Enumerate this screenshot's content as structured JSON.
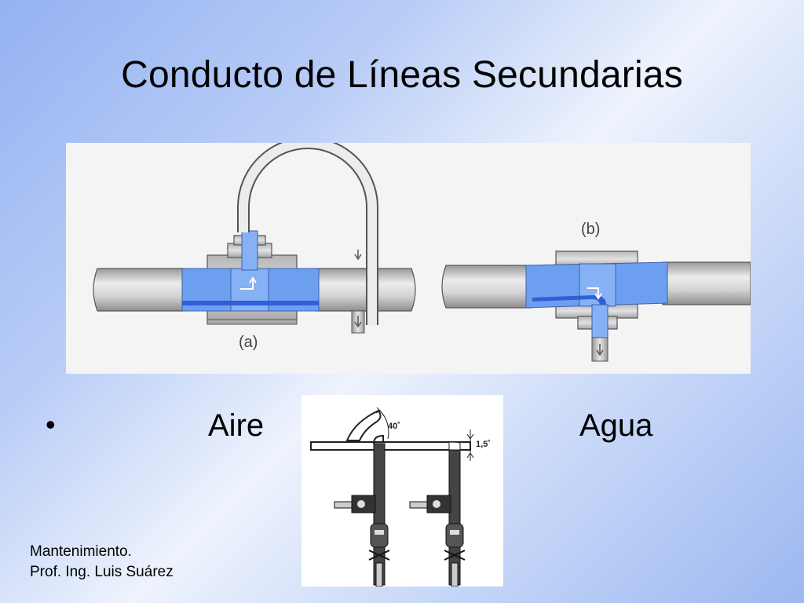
{
  "slide": {
    "title": "Conducto de Líneas Secundarias",
    "bullet_char": "•",
    "bullet_left": "Aire",
    "bullet_right": "Agua"
  },
  "figure_top": {
    "label_a": "(a)",
    "label_b": "(b)"
  },
  "figure_bottom": {
    "angle_label": "40˚",
    "slope_label": "1,5˚"
  },
  "footer": {
    "line1": "Mantenimiento.",
    "line2": "Prof. Ing. Luis Suárez"
  },
  "colors": {
    "water": "#6d9ff1",
    "water_dark": "#2f5fd8",
    "pipe_gray": "#c9c9c9"
  }
}
